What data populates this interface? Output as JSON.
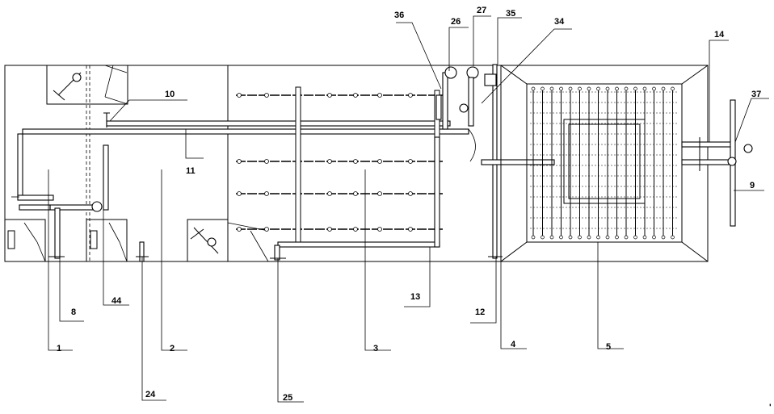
{
  "callouts": [
    {
      "id": "c1",
      "text": "1"
    },
    {
      "id": "c2",
      "text": "2"
    },
    {
      "id": "c3",
      "text": "3"
    },
    {
      "id": "c4",
      "text": "4"
    },
    {
      "id": "c5",
      "text": "5"
    },
    {
      "id": "c8",
      "text": "8"
    },
    {
      "id": "c9",
      "text": "9"
    },
    {
      "id": "c10",
      "text": "10"
    },
    {
      "id": "c11",
      "text": "11"
    },
    {
      "id": "c12",
      "text": "12"
    },
    {
      "id": "c13",
      "text": "13"
    },
    {
      "id": "c14",
      "text": "14"
    },
    {
      "id": "c24",
      "text": "24"
    },
    {
      "id": "c25",
      "text": "25"
    },
    {
      "id": "c26",
      "text": "26"
    },
    {
      "id": "c27",
      "text": "27"
    },
    {
      "id": "c34",
      "text": "34"
    },
    {
      "id": "c35",
      "text": "35"
    },
    {
      "id": "c36",
      "text": "36"
    },
    {
      "id": "c37",
      "text": "37"
    },
    {
      "id": "c44",
      "text": "44"
    }
  ],
  "corner_mark": "'"
}
